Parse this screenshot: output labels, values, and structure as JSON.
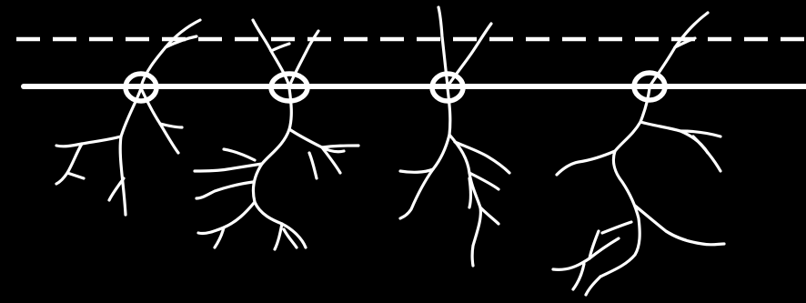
{
  "diagram": {
    "background_color": "#000000",
    "stroke_color": "#ffffff",
    "dashed_line": {
      "style": "dashed",
      "color": "#ffffff"
    },
    "solid_line": {
      "style": "solid",
      "color": "#ffffff"
    },
    "plants": [
      {
        "id": "plant-1",
        "node": "ring"
      },
      {
        "id": "plant-2",
        "node": "ring"
      },
      {
        "id": "plant-3",
        "node": "ring"
      },
      {
        "id": "plant-4",
        "node": "ring"
      }
    ]
  }
}
